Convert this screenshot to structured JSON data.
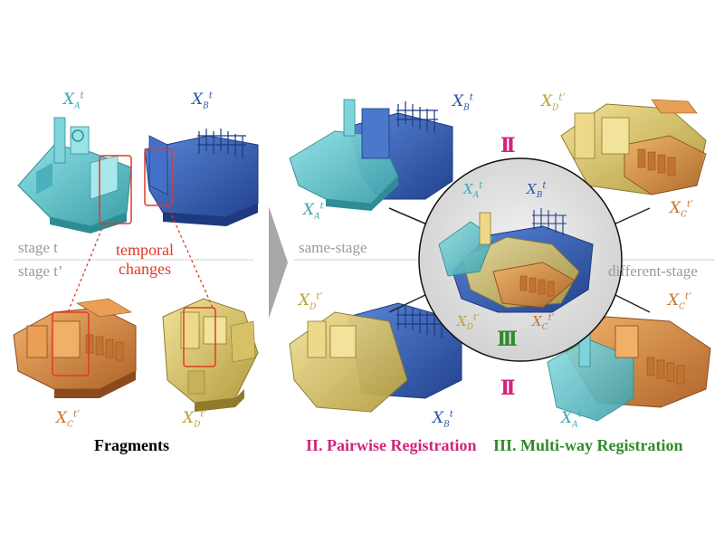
{
  "left": {
    "fragments_caption": "Fragments",
    "stage_t": "stage t",
    "stage_t_prime": "stage t’",
    "temporal_changes": [
      "temporal",
      "changes"
    ],
    "labels": {
      "a": {
        "base": "X",
        "sub": "A",
        "sup": "t"
      },
      "b": {
        "base": "X",
        "sub": "B",
        "sup": "t"
      },
      "c": {
        "base": "X",
        "sub": "C",
        "sup": "t’"
      },
      "d": {
        "base": "X",
        "sub": "D",
        "sup": "t’"
      }
    }
  },
  "right": {
    "same_stage": "same-stage",
    "different_stage": "different-stage",
    "roman_pairwise": "II",
    "roman_multiway": "III",
    "labels": {
      "tl_b": {
        "base": "X",
        "sub": "B",
        "sup": "t"
      },
      "tl_a": {
        "base": "X",
        "sub": "A",
        "sup": "t"
      },
      "tr_d": {
        "base": "X",
        "sub": "D",
        "sup": "t’"
      },
      "tr_c": {
        "base": "X",
        "sub": "C",
        "sup": "t’"
      },
      "bl_d": {
        "base": "X",
        "sub": "D",
        "sup": "t’"
      },
      "bl_b": {
        "base": "X",
        "sub": "B",
        "sup": "t"
      },
      "br_c": {
        "base": "X",
        "sub": "C",
        "sup": "t’"
      },
      "br_a": {
        "base": "X",
        "sub": "A",
        "sup": "t"
      },
      "c_a": {
        "base": "X",
        "sub": "A",
        "sup": "t"
      },
      "c_b": {
        "base": "X",
        "sub": "B",
        "sup": "t"
      },
      "c_d": {
        "base": "X",
        "sub": "D",
        "sup": "t’"
      },
      "c_c": {
        "base": "X",
        "sub": "C",
        "sup": "t’"
      }
    },
    "legend": {
      "pairwise": {
        "numeral": "II.",
        "text": "Pairwise Registration"
      },
      "multiway": {
        "numeral": "III.",
        "text": "Multi-way Registration"
      }
    }
  },
  "colors": {
    "cyan_model": "#5ec3cc",
    "blue_model": "#3660b8",
    "orange_model": "#d9873a",
    "yellow_model": "#dcc766",
    "temporal_red": "#e03a2a",
    "pairwise_pink": "#d2247a",
    "multiway_green": "#2f8a2a",
    "stage_gray": "#9a9a9a"
  }
}
